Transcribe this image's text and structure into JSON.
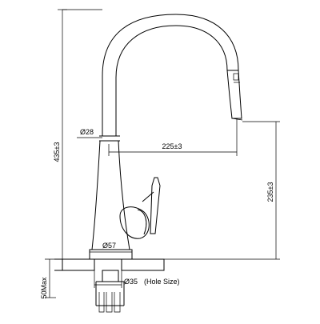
{
  "dimensions": {
    "overall_height": "435±3",
    "spout_reach": "225±3",
    "spout_height": "235±3",
    "spout_diameter": "Ø28",
    "base_diameter": "Ø57",
    "hole_size": "Ø35",
    "hole_size_note": "(Hole Size)",
    "max_deck_thickness": "50Max"
  }
}
